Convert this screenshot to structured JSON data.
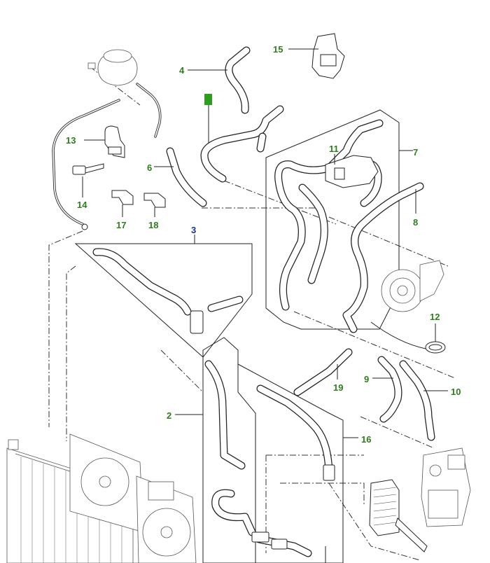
{
  "callouts": {
    "c2": "2",
    "c3": "3",
    "c4": "4",
    "c6": "6",
    "c7": "7",
    "c8": "8",
    "c9": "9",
    "c10": "10",
    "c11": "11",
    "c12": "12",
    "c13": "13",
    "c14": "14",
    "c15": "15",
    "c16": "16",
    "c17": "17",
    "c18": "18",
    "c19": "19"
  },
  "colors": {
    "callout_green": "#2e7d1e",
    "callout_blue": "#1a2fa0",
    "line": "#222222",
    "badge_green": "#2e9c1e"
  }
}
